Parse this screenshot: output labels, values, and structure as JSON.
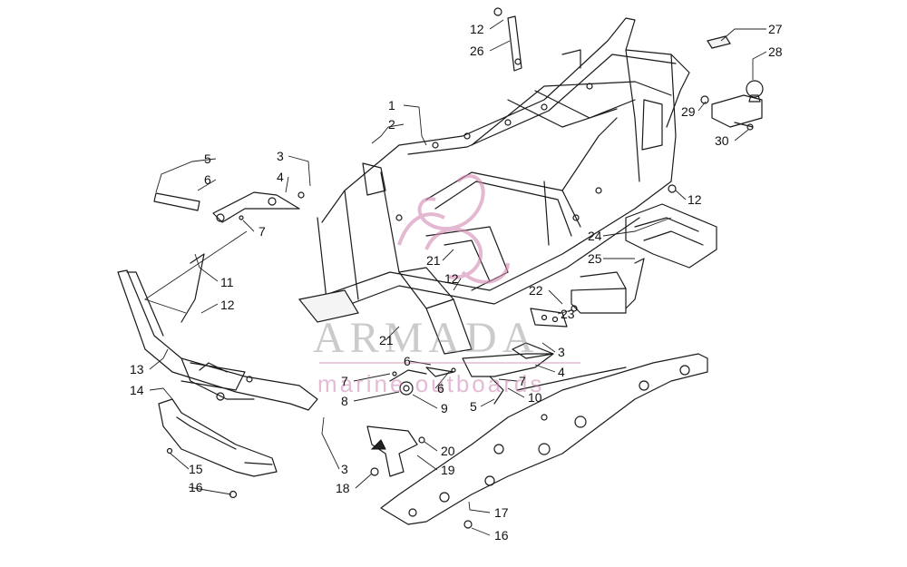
{
  "watermark": {
    "brand": "ARMADA",
    "tagline": "marine outboards",
    "logo_color": "#d48ab4"
  },
  "callouts": [
    {
      "id": "c1",
      "text": "1"
    },
    {
      "id": "c2",
      "text": "2"
    },
    {
      "id": "c3a",
      "text": "3"
    },
    {
      "id": "c4a",
      "text": "4"
    },
    {
      "id": "c5a",
      "text": "5"
    },
    {
      "id": "c6a",
      "text": "6"
    },
    {
      "id": "c7a",
      "text": "7"
    },
    {
      "id": "c11",
      "text": "11"
    },
    {
      "id": "c12a",
      "text": "12"
    },
    {
      "id": "c13",
      "text": "13"
    },
    {
      "id": "c14",
      "text": "14"
    },
    {
      "id": "c15",
      "text": "15"
    },
    {
      "id": "c16a",
      "text": "16"
    },
    {
      "id": "c3b",
      "text": "3"
    },
    {
      "id": "c18",
      "text": "18"
    },
    {
      "id": "c12top",
      "text": "12"
    },
    {
      "id": "c26",
      "text": "26"
    },
    {
      "id": "c27",
      "text": "27"
    },
    {
      "id": "c28",
      "text": "28"
    },
    {
      "id": "c29",
      "text": "29"
    },
    {
      "id": "c30",
      "text": "30"
    },
    {
      "id": "c12r",
      "text": "12"
    },
    {
      "id": "c24",
      "text": "24"
    },
    {
      "id": "c25",
      "text": "25"
    },
    {
      "id": "c21a",
      "text": "21"
    },
    {
      "id": "c12m",
      "text": "12"
    },
    {
      "id": "c22",
      "text": "22"
    },
    {
      "id": "c23",
      "text": "23"
    },
    {
      "id": "c21b",
      "text": "21"
    },
    {
      "id": "c3c",
      "text": "3"
    },
    {
      "id": "c4b",
      "text": "4"
    },
    {
      "id": "c6b",
      "text": "6"
    },
    {
      "id": "c6c",
      "text": "6"
    },
    {
      "id": "c7b",
      "text": "7"
    },
    {
      "id": "c7c",
      "text": "7"
    },
    {
      "id": "c8",
      "text": "8"
    },
    {
      "id": "c9",
      "text": "9"
    },
    {
      "id": "c5b",
      "text": "5"
    },
    {
      "id": "c10",
      "text": "10"
    },
    {
      "id": "c20",
      "text": "20"
    },
    {
      "id": "c19",
      "text": "19"
    },
    {
      "id": "c17",
      "text": "17"
    },
    {
      "id": "c16b",
      "text": "16"
    }
  ]
}
